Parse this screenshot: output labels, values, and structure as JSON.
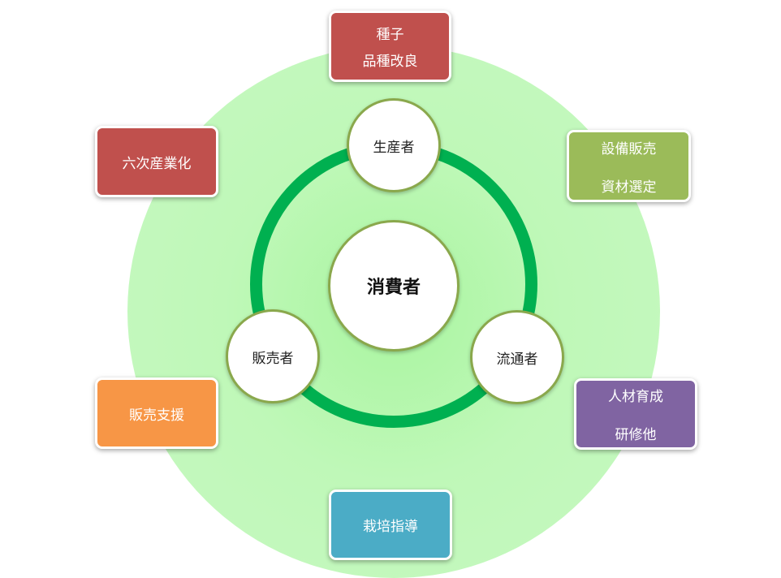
{
  "center": {
    "label": "消費者"
  },
  "actors": {
    "producer": "生産者",
    "distributor": "流通者",
    "seller": "販売者"
  },
  "services": {
    "seeds": {
      "lines": [
        "種子",
        "品種改良"
      ],
      "color": "#c0504d"
    },
    "equipment": {
      "lines": [
        "設備販売",
        "資材選定"
      ],
      "color": "#9bbb59"
    },
    "training": {
      "lines": [
        "人材育成",
        "研修他"
      ],
      "color": "#8064a2"
    },
    "cultivation": {
      "lines": [
        "栽培指導"
      ],
      "color": "#4bacc6"
    },
    "sales_support": {
      "lines": [
        "販売支援"
      ],
      "color": "#f79646"
    },
    "sixth_industry": {
      "lines": [
        "六次産業化"
      ],
      "color": "#c0504d"
    }
  }
}
